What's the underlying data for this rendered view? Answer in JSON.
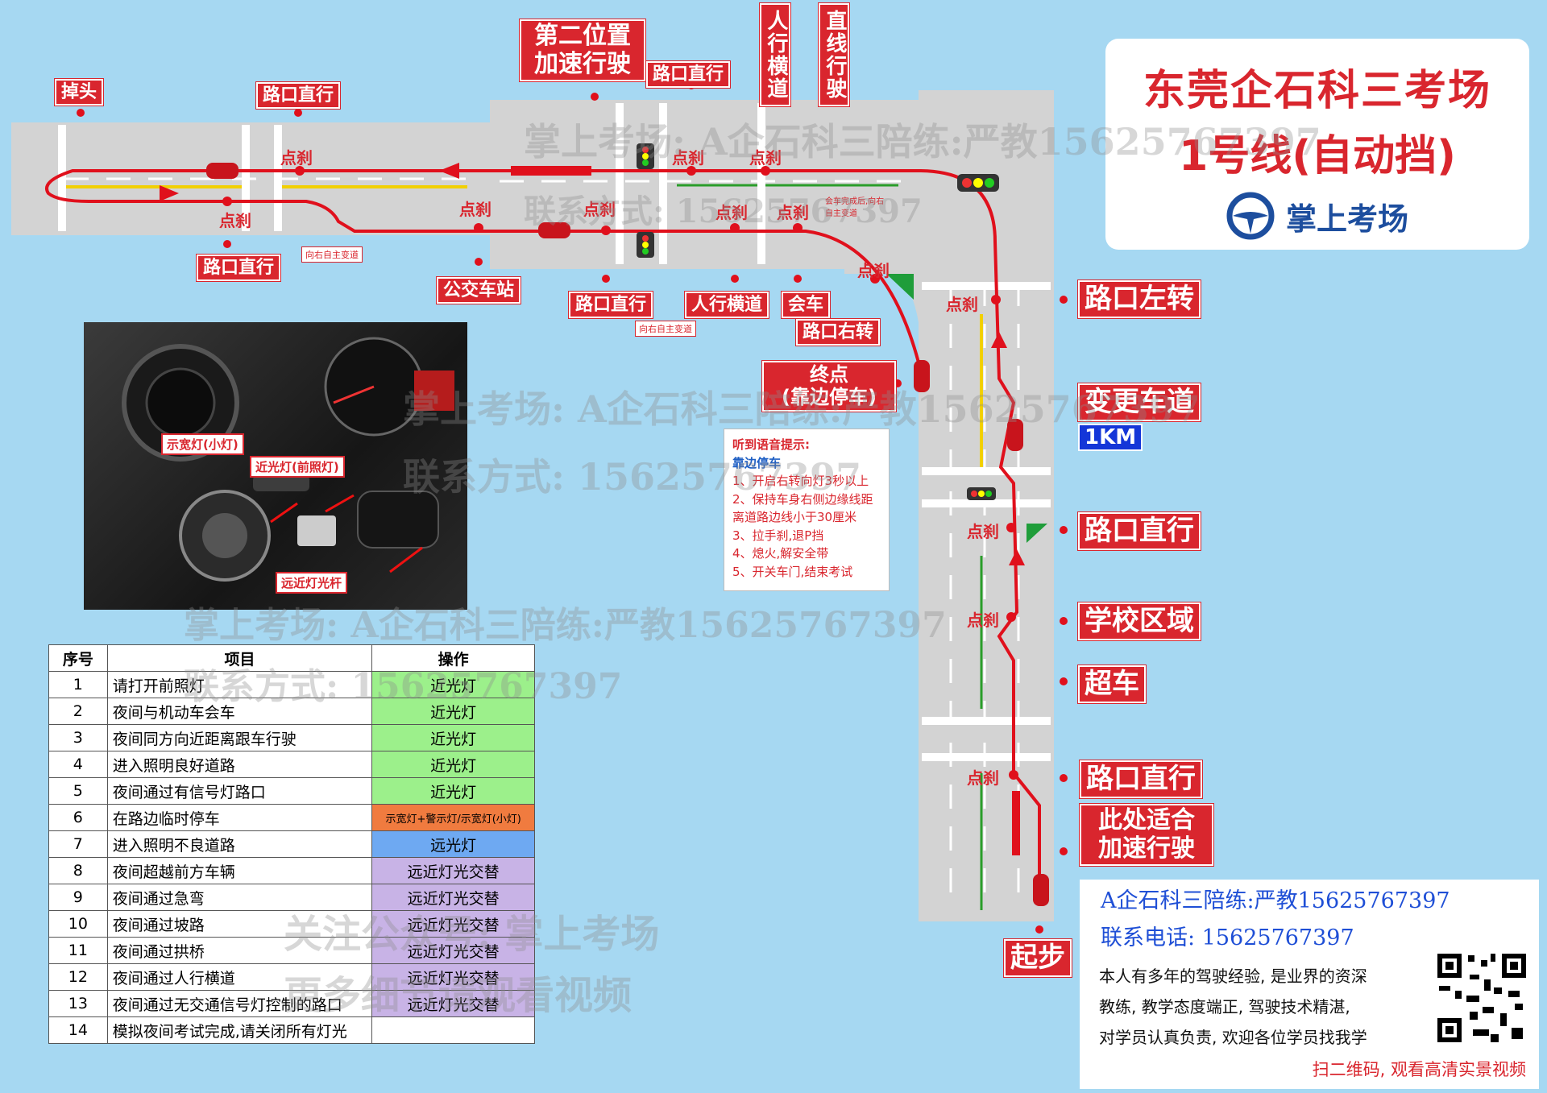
{
  "title": {
    "line1": "东莞企石科三考场",
    "line2": "1号线(自动挡)",
    "brand": "掌上考场",
    "brand_color": "#1d4e9e",
    "title_color": "#d9262e"
  },
  "map_labels": {
    "uturn": "掉头",
    "intersection_straight_top_left": "路口直行",
    "second_position": "第二位置\n加速行驶",
    "intersection_straight_top_mid": "路口直行",
    "crosswalk_top": "人行横道",
    "straight_top": "直线行驶",
    "intersection_straight_bottom_left": "路口直行",
    "bus_stop": "公交车站",
    "intersection_straight_bottom_mid": "路口直行",
    "crosswalk_bottom": "人行横道",
    "meet_car": "会车",
    "right_turn": "路口右转",
    "endpoint": "终点\n(靠边停车)",
    "left_turn": "路口左转",
    "lane_change": "变更车道",
    "distance": "1KM",
    "intersection_straight_right_1": "路口直行",
    "school_zone": "学校区域",
    "overtake": "超车",
    "intersection_straight_right_2": "路口直行",
    "accelerate_here": "此处适合\n加速行驶",
    "start": "起步",
    "brake": "点刹",
    "note_change_right_1": "向右自主变道",
    "note_change_right_2": "向右自主变道",
    "note_after_meet": "会车完成后,向右\n自主变道"
  },
  "dashboard": {
    "width_lamp": "示宽灯(小灯)",
    "low_beam": "近光灯(前照灯)",
    "beam_lever": "远近灯光杆"
  },
  "voice_prompt": {
    "heading": "听到语音提示:",
    "keyword": "靠边停车",
    "steps": [
      "1、开启右转向灯3秒以上",
      "2、保持车身右侧边缘线距",
      "离道路边线小于30厘米",
      "3、拉手刹,退P挡",
      "4、熄火,解安全带",
      "5、开关车门,结束考试"
    ]
  },
  "light_table": {
    "headers": [
      "序号",
      "项目",
      "操作"
    ],
    "rows": [
      {
        "no": "1",
        "item": "请打开前照灯",
        "op": "近光灯",
        "style": "green"
      },
      {
        "no": "2",
        "item": "夜间与机动车会车",
        "op": "近光灯",
        "style": "green"
      },
      {
        "no": "3",
        "item": "夜间同方向近距离跟车行驶",
        "op": "近光灯",
        "style": "green"
      },
      {
        "no": "4",
        "item": "进入照明良好道路",
        "op": "近光灯",
        "style": "green"
      },
      {
        "no": "5",
        "item": "夜间通过有信号灯路口",
        "op": "近光灯",
        "style": "green"
      },
      {
        "no": "6",
        "item": "在路边临时停车",
        "op": "示宽灯+警示灯/示宽灯(小灯)",
        "style": "orange"
      },
      {
        "no": "7",
        "item": "进入照明不良道路",
        "op": "远光灯",
        "style": "blue"
      },
      {
        "no": "8",
        "item": "夜间超越前方车辆",
        "op": "远近灯光交替",
        "style": "purple"
      },
      {
        "no": "9",
        "item": "夜间通过急弯",
        "op": "远近灯光交替",
        "style": "purple"
      },
      {
        "no": "10",
        "item": "夜间通过坡路",
        "op": "远近灯光交替",
        "style": "purple"
      },
      {
        "no": "11",
        "item": "夜间通过拱桥",
        "op": "远近灯光交替",
        "style": "purple"
      },
      {
        "no": "12",
        "item": "夜间通过人行横道",
        "op": "远近灯光交替",
        "style": "purple"
      },
      {
        "no": "13",
        "item": "夜间通过无交通信号灯控制的路口",
        "op": "远近灯光交替",
        "style": "purple"
      },
      {
        "no": "14",
        "item": "模拟夜间考试完成,请关闭所有灯光",
        "op": "",
        "style": "none"
      }
    ]
  },
  "contact": {
    "coach": "A企石科三陪练:严教15625767397",
    "phone": "联系电话:  15625767397",
    "desc": [
      "本人有多年的驾驶经验, 是业界的资深",
      "教练, 教学态度端正, 驾驶技术精湛,",
      "对学员认真负责, 欢迎各位学员找我学"
    ],
    "scan": "扫二维码, 观看高清实景视频"
  },
  "watermarks": [
    "掌上考场: A企石科三陪练:严教15625767397",
    "联系方式: 15625767397",
    "关注公众号: 掌上考场",
    "更多细节请观看视频"
  ],
  "colors": {
    "background": "#a6d8f2",
    "road": "#d3d3d3",
    "route": "#e0101c",
    "label": "#d9262e"
  }
}
